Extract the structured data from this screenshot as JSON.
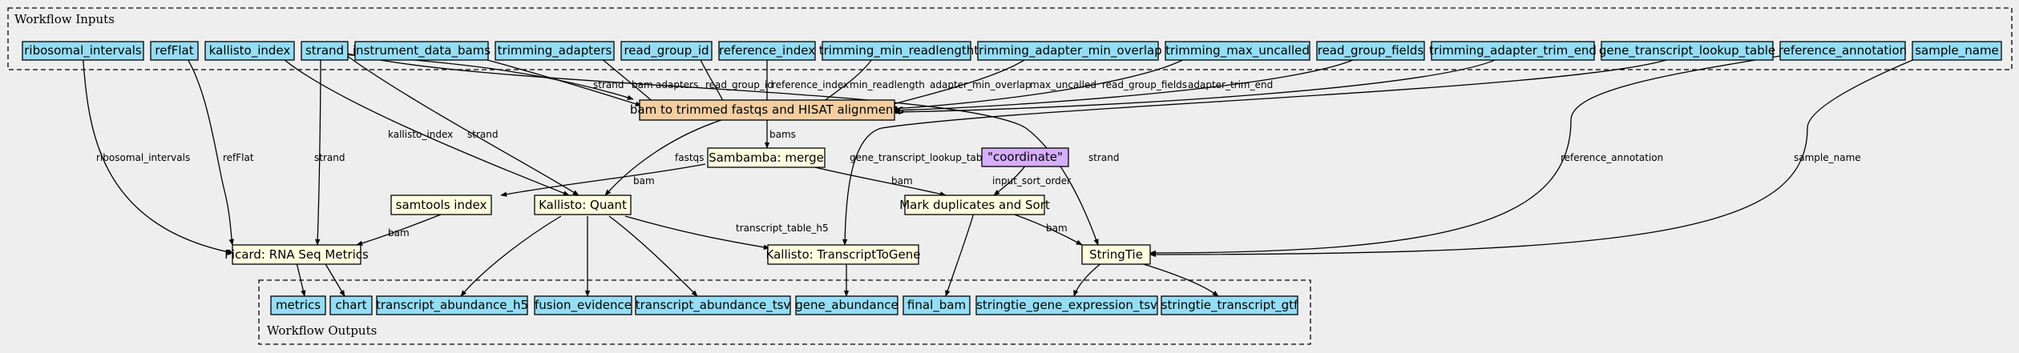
{
  "clusters": {
    "inputs": "Workflow Inputs",
    "outputs": "Workflow Outputs"
  },
  "nodes": {
    "ribosomal_intervals": "ribosomal_intervals",
    "refFlat": "refFlat",
    "kallisto_index": "kallisto_index",
    "strand": "strand",
    "instrument_data_bams": "instrument_data_bams",
    "trimming_adapters": "trimming_adapters",
    "read_group_id": "read_group_id",
    "reference_index": "reference_index",
    "trimming_min_readlength": "trimming_min_readlength",
    "trimming_adapter_min_overlap": "trimming_adapter_min_overlap",
    "trimming_max_uncalled": "trimming_max_uncalled",
    "read_group_fields": "read_group_fields",
    "trimming_adapter_trim_end": "trimming_adapter_trim_end",
    "gene_transcript_lookup_table": "gene_transcript_lookup_table",
    "reference_annotation": "reference_annotation",
    "sample_name": "sample_name",
    "bam_to_trimmed": "bam to trimmed fastqs and HISAT alignments",
    "sambamba_merge": "Sambamba: merge",
    "coordinate": "\"coordinate\"",
    "samtools_index": "samtools index",
    "kallisto_quant": "Kallisto: Quant",
    "mark_duplicates": "Mark duplicates and Sort",
    "picard": "Picard: RNA Seq Metrics",
    "transcript_to_gene": "Kallisto: TranscriptToGene",
    "stringtie": "StringTie",
    "metrics": "metrics",
    "chart": "chart",
    "transcript_abundance_h5": "transcript_abundance_h5",
    "fusion_evidence": "fusion_evidence",
    "transcript_abundance_tsv": "transcript_abundance_tsv",
    "gene_abundance": "gene_abundance",
    "final_bam": "final_bam",
    "stringtie_gene_expression_tsv": "stringtie_gene_expression_tsv",
    "stringtie_transcript_gtf": "stringtie_transcript_gtf"
  },
  "edges": {
    "strand": "strand",
    "bam": "bam",
    "adapters": "adapters",
    "read_group_id": "read_group_id",
    "reference_index": "reference_index",
    "min_readlength": "min_readlength",
    "adapter_min_overlap": "adapter_min_overlap",
    "max_uncalled": "max_uncalled",
    "read_group_fields": "read_group_fields",
    "adapter_trim_end": "adapter_trim_end",
    "bams": "bams",
    "fastqs": "fastqs",
    "kallisto_index": "kallisto_index",
    "ribosomal_intervals": "ribosomal_intervals",
    "refFlat": "refFlat",
    "gene_transcript_lookup_table": "gene_transcript_lookup_table",
    "reference_annotation": "reference_annotation",
    "sample_name": "sample_name",
    "input_sort_order": "input_sort_order",
    "transcript_table_h5": "transcript_table_h5"
  }
}
